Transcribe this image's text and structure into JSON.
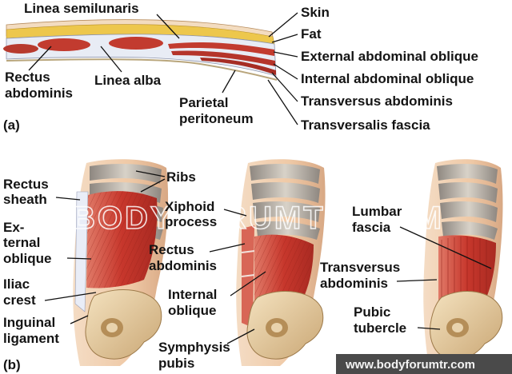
{
  "panel_a": {
    "tag": "(a)",
    "labels": {
      "linea_semilunaris": "Linea semilunaris",
      "skin": "Skin",
      "fat": "Fat",
      "external_oblique": "External abdominal oblique",
      "internal_oblique": "Internal abdominal oblique",
      "transversus": "Transversus abdominis",
      "transversalis_fascia": "Transversalis fascia",
      "rectus_line1": "Rectus",
      "rectus_line2": "abdominis",
      "linea_alba": "Linea alba",
      "parietal_line1": "Parietal",
      "parietal_line2": "peritoneum"
    }
  },
  "panel_b": {
    "tag": "(b)",
    "labels": {
      "rectus_sheath_1": "Rectus",
      "rectus_sheath_2": "sheath",
      "ribs": "Ribs",
      "ext_oblique_1": "Ex-",
      "ext_oblique_2": "ternal",
      "ext_oblique_3": "oblique",
      "iliac_1": "Iliac",
      "iliac_2": "crest",
      "inguinal_1": "Inguinal",
      "inguinal_2": "ligament",
      "xiphoid_1": "Xiphoid",
      "xiphoid_2": "process",
      "rectus_abd_1": "Rectus",
      "rectus_abd_2": "abdominis",
      "int_oblique_1": "Internal",
      "int_oblique_2": "oblique",
      "symphysis_1": "Symphysis",
      "symphysis_2": "pubis",
      "lumbar_1": "Lumbar",
      "lumbar_2": "fascia",
      "transversus_1": "Transversus",
      "transversus_2": "abdominis",
      "pubic_1": "Pubic",
      "pubic_2": "tubercle"
    }
  },
  "watermark": "BODYFORUMTR.COM",
  "website": "www.bodyforumtr.com",
  "colors": {
    "skin": "#f1d9b5",
    "fat": "#ecc64e",
    "muscle": "#c1372e",
    "muscle_light": "#dc6a55",
    "fascia": "#ebeef6",
    "bone": "#e7cfa5",
    "rib_shadow": "#b7b0a6",
    "body_skin": "#f3d4b8",
    "banner": "#4a4a4a"
  }
}
